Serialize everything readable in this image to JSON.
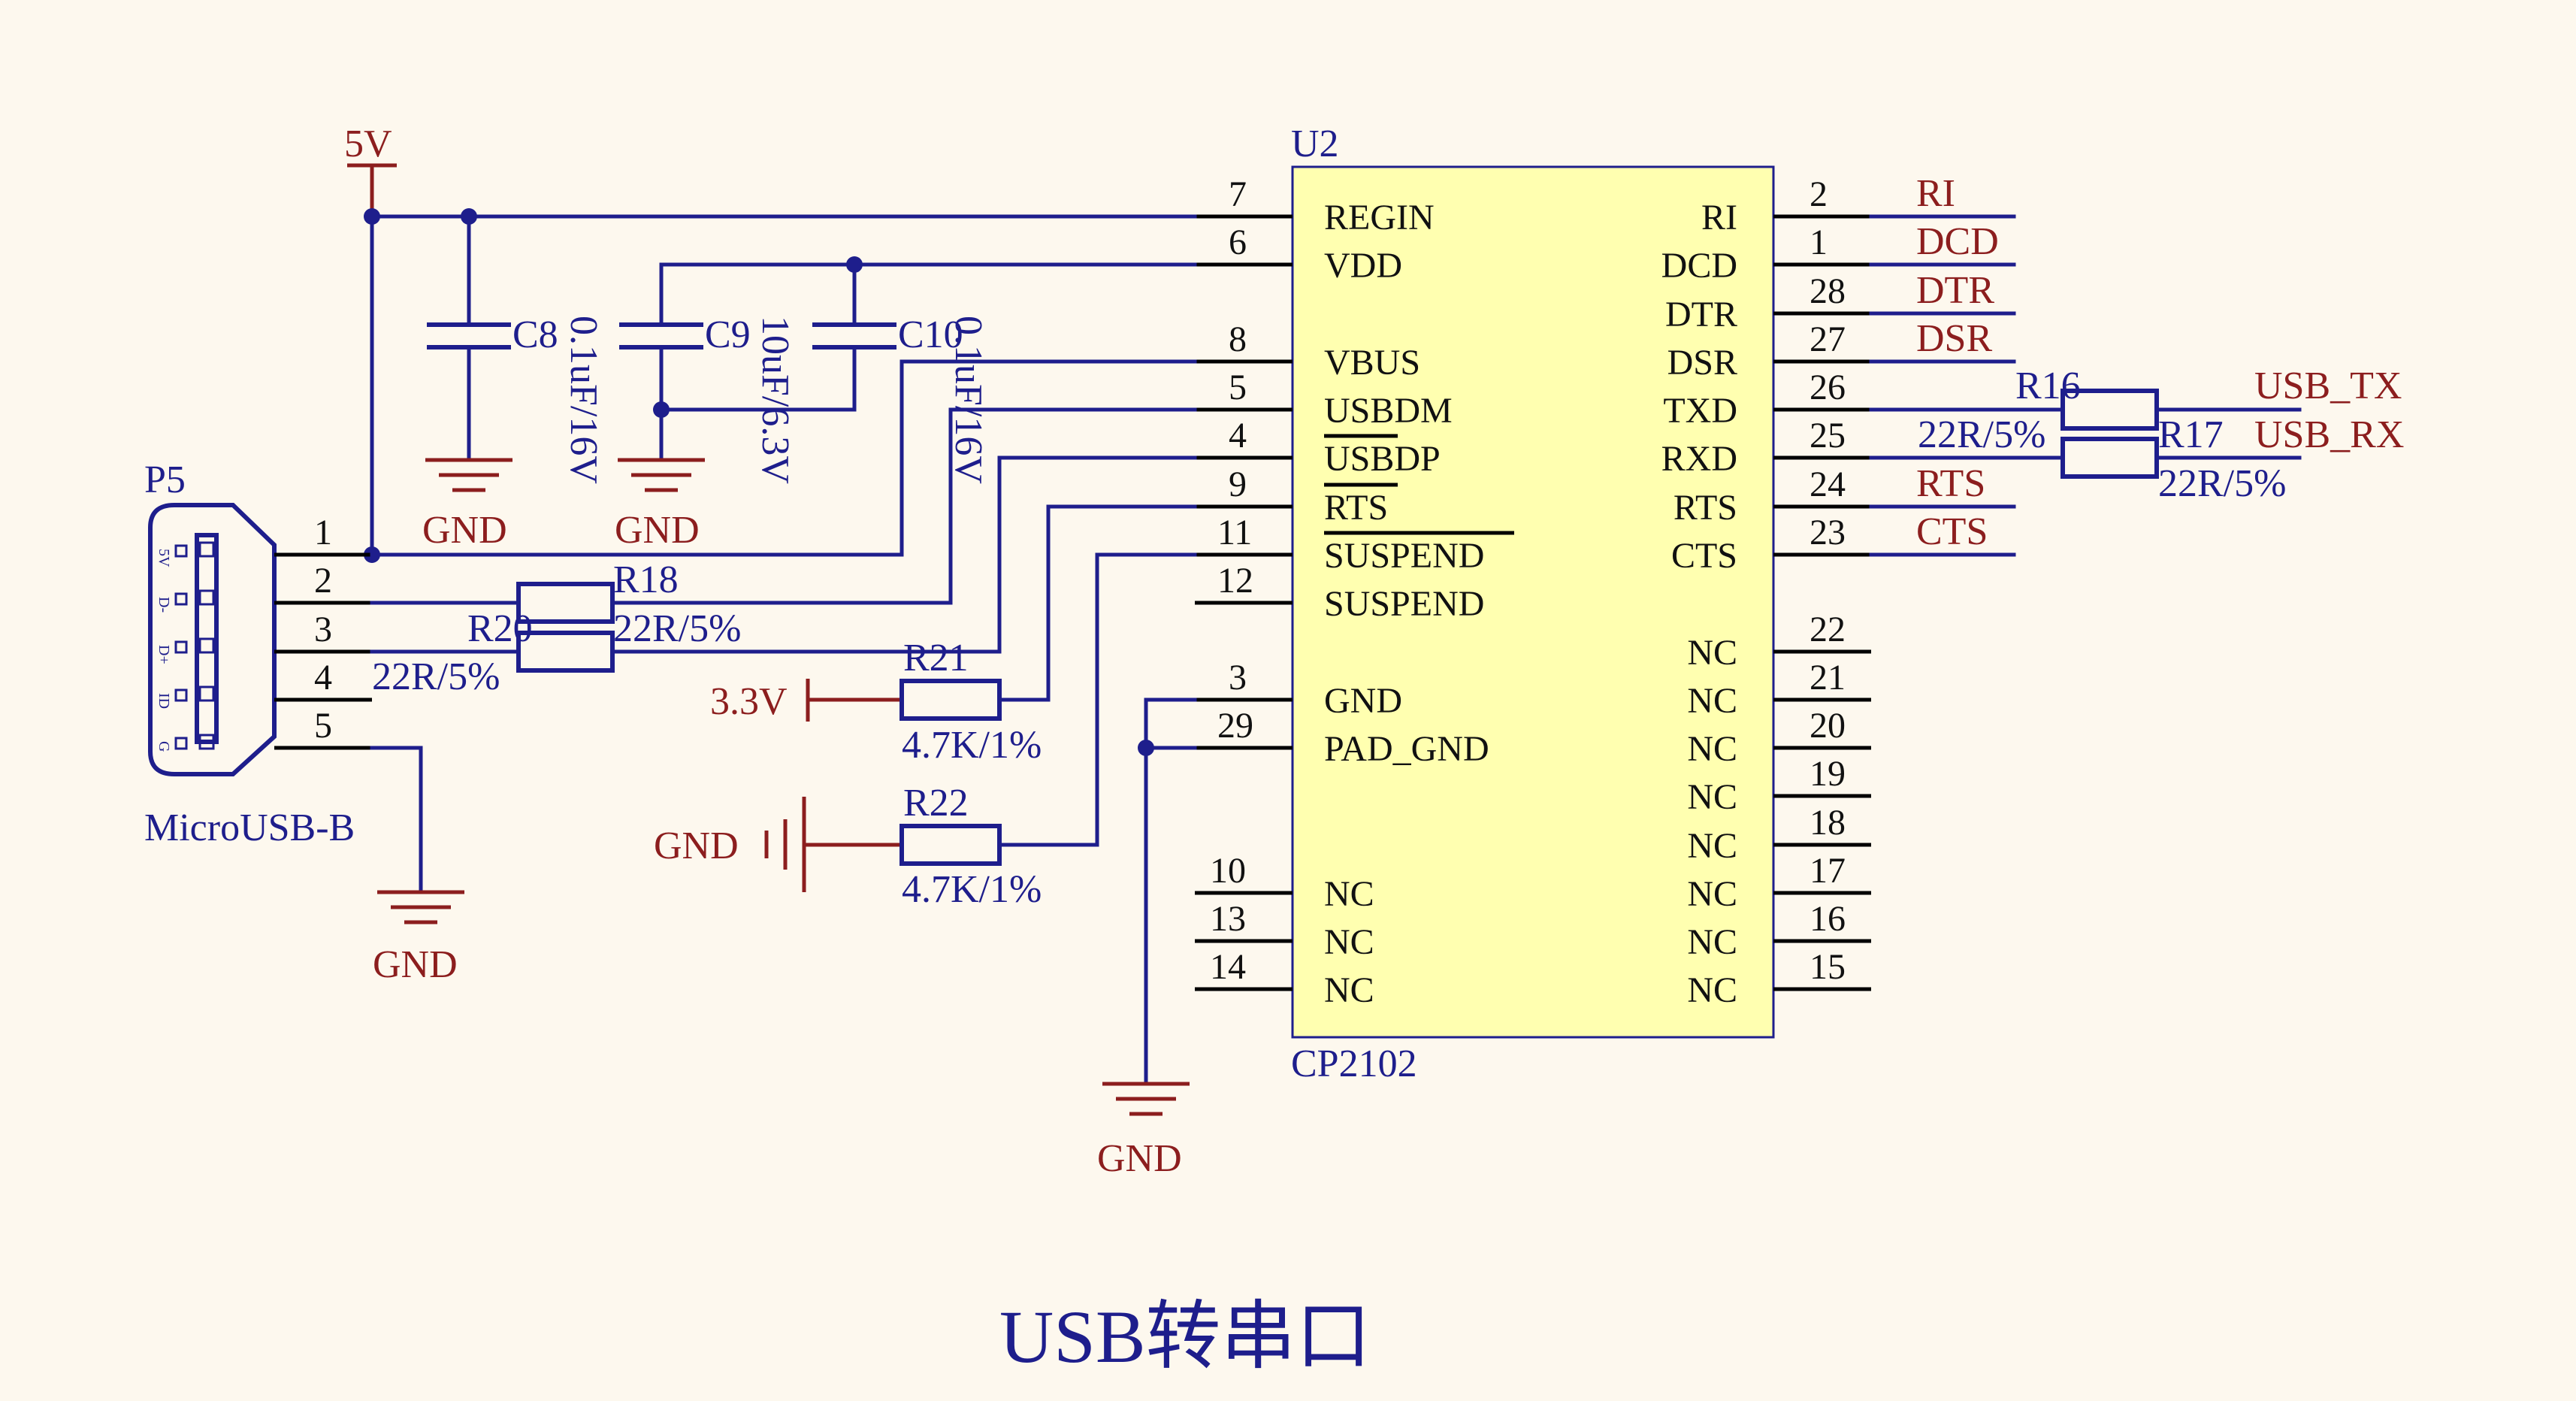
{
  "title": "USB转串口",
  "chip": {
    "ref": "U2",
    "part": "CP2102",
    "fill": "#ffffb0",
    "left_pins": [
      {
        "num": "7",
        "name": "REGIN"
      },
      {
        "num": "6",
        "name": "VDD"
      },
      {
        "num": "8",
        "name": "VBUS"
      },
      {
        "num": "5",
        "name": "USBDM"
      },
      {
        "num": "4",
        "name": "USBDP"
      },
      {
        "num": "9",
        "name": "RTS"
      },
      {
        "num": "11",
        "name": "SUSPEND"
      },
      {
        "num": "12",
        "name": "SUSPEND"
      },
      {
        "num": "3",
        "name": "GND"
      },
      {
        "num": "29",
        "name": "PAD_GND"
      },
      {
        "num": "10",
        "name": "NC"
      },
      {
        "num": "13",
        "name": "NC"
      },
      {
        "num": "14",
        "name": "NC"
      }
    ],
    "right_pins": [
      {
        "num": "2",
        "name": "RI",
        "net": "RI"
      },
      {
        "num": "1",
        "name": "DCD",
        "net": "DCD"
      },
      {
        "num": "28",
        "name": "DTR",
        "net": "DTR"
      },
      {
        "num": "27",
        "name": "DSR",
        "net": "DSR"
      },
      {
        "num": "26",
        "name": "TXD",
        "net": ""
      },
      {
        "num": "25",
        "name": "RXD",
        "net": ""
      },
      {
        "num": "24",
        "name": "RTS",
        "net": "RTS"
      },
      {
        "num": "23",
        "name": "CTS",
        "net": "CTS"
      },
      {
        "num": "22",
        "name": "NC",
        "net": ""
      },
      {
        "num": "21",
        "name": "NC",
        "net": ""
      },
      {
        "num": "20",
        "name": "NC",
        "net": ""
      },
      {
        "num": "19",
        "name": "NC",
        "net": ""
      },
      {
        "num": "18",
        "name": "NC",
        "net": ""
      },
      {
        "num": "17",
        "name": "NC",
        "net": ""
      },
      {
        "num": "16",
        "name": "NC",
        "net": ""
      },
      {
        "num": "15",
        "name": "NC",
        "net": ""
      }
    ]
  },
  "connector": {
    "ref": "P5",
    "part": "MicroUSB-B",
    "pin_nums": [
      "1",
      "2",
      "3",
      "4",
      "5"
    ],
    "pin_labels": [
      "5V",
      "D-",
      "D+",
      "ID",
      "G"
    ]
  },
  "power": {
    "vin": "5V",
    "v33": "3.3V",
    "gnd": "GND"
  },
  "caps": [
    {
      "ref": "C8",
      "value": "0.1uF/16V"
    },
    {
      "ref": "C9",
      "value": "10uF/6.3V"
    },
    {
      "ref": "C10",
      "value": "0.1uF/16V"
    }
  ],
  "resistors": {
    "R18": {
      "ref": "R18",
      "value": "22R/5%"
    },
    "R20": {
      "ref": "R20",
      "value": "22R/5%"
    },
    "R21": {
      "ref": "R21",
      "value": "4.7K/1%"
    },
    "R22": {
      "ref": "R22",
      "value": "4.7K/1%"
    },
    "R16": {
      "ref": "R16",
      "value": "22R/5%"
    },
    "R17": {
      "ref": "R17",
      "value": "22R/5%"
    }
  },
  "nets": {
    "usb_tx": "USB_TX",
    "usb_rx": "USB_RX"
  },
  "colors": {
    "wire": "#1e1e8c",
    "net_label": "#8c1e1e",
    "pin": "#000000",
    "background": "#fdf8ee"
  }
}
